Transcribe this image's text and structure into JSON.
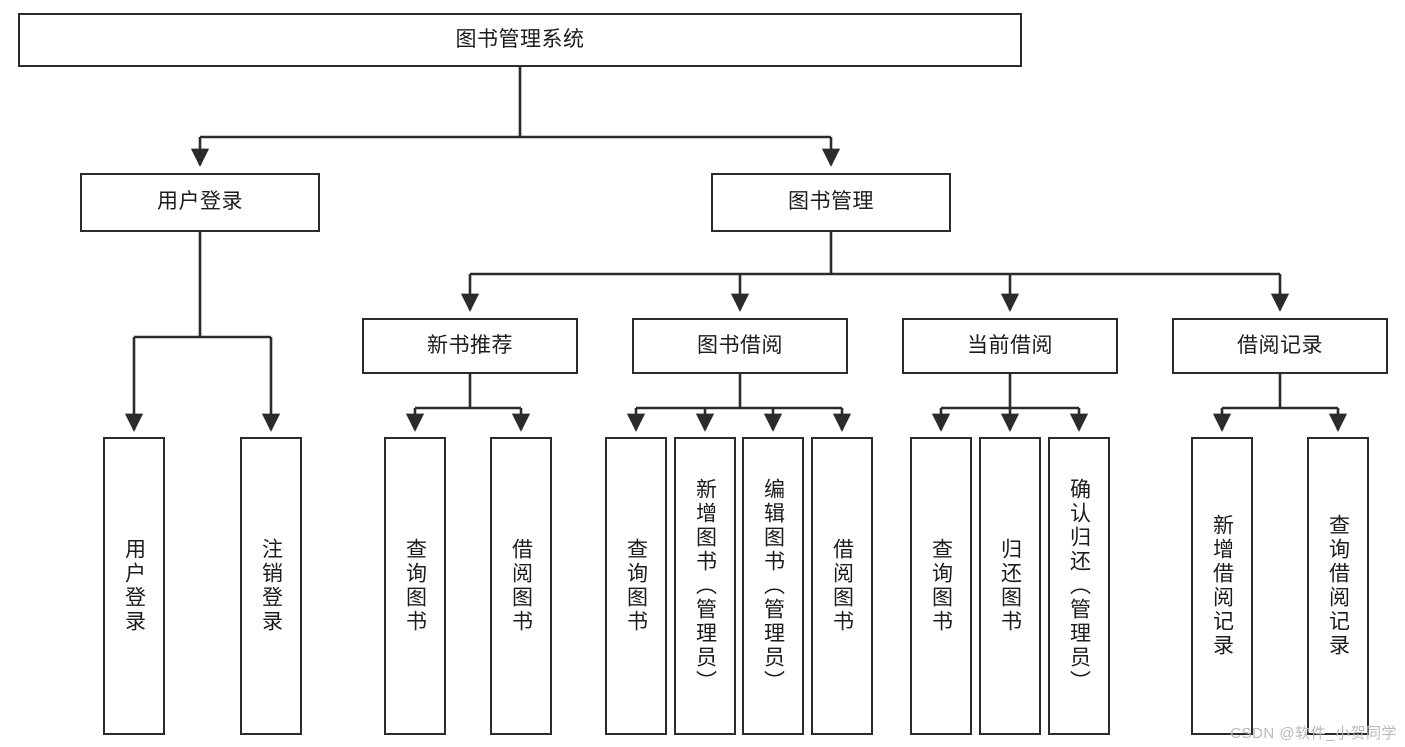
{
  "diagram": {
    "type": "hierarchy-tree",
    "title": "图书管理系统",
    "root": {
      "label": "图书管理系统"
    },
    "level2": [
      {
        "label": "用户登录"
      },
      {
        "label": "图书管理"
      }
    ],
    "level3": [
      {
        "label": "新书推荐"
      },
      {
        "label": "图书借阅"
      },
      {
        "label": "当前借阅"
      },
      {
        "label": "借阅记录"
      }
    ],
    "leaves": {
      "user_login": [
        {
          "label": "用户登录"
        },
        {
          "label": "注销登录"
        }
      ],
      "new_book_recommend": [
        {
          "label": "查询图书"
        },
        {
          "label": "借阅图书"
        }
      ],
      "book_borrow": [
        {
          "label": "查询图书"
        },
        {
          "label": "新增图书（管理员）"
        },
        {
          "label": "编辑图书（管理员）"
        },
        {
          "label": "借阅图书"
        }
      ],
      "current_borrow": [
        {
          "label": "查询图书"
        },
        {
          "label": "归还图书"
        },
        {
          "label": "确认归还（管理员）"
        }
      ],
      "borrow_record": [
        {
          "label": "新增借阅记录"
        },
        {
          "label": "查询借阅记录"
        }
      ]
    },
    "colors": {
      "stroke": "#2b2b2b",
      "fill": "#ffffff",
      "text": "#1c1c1c"
    }
  },
  "watermark": {
    "text": "CSDN @软件_小贺同学"
  }
}
